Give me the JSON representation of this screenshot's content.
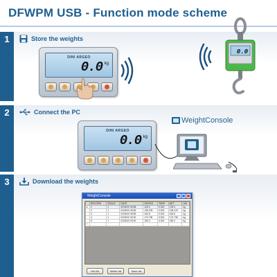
{
  "page": {
    "title": "DFWPM  USB  -  Function mode scheme"
  },
  "steps": [
    {
      "number": "1",
      "label": "Store the weights",
      "icon": "floppy-disk-icon"
    },
    {
      "number": "2",
      "label": "Connect the PC",
      "icon": "usb-icon"
    },
    {
      "number": "3",
      "label": "Download the weights",
      "icon": "download-icon"
    }
  ],
  "indicator": {
    "brand": "DINI ARGEO",
    "reading": "0.0",
    "unit": "kg"
  },
  "crane_scale": {
    "reading": "0.0"
  },
  "app": {
    "name": "WeightConsole",
    "window_title": "WeightConsole",
    "columns": [
      "",
      "RECORD",
      "SCALE",
      "DATE",
      "GROSS",
      "TARE",
      "NET",
      "UM"
    ],
    "rows": [
      [
        "1",
        "1",
        "02/06/10 08:58",
        "125.3",
        "0.000",
        "125.3",
        "kg"
      ],
      [
        "2",
        "1",
        "02/06/10 08:59",
        "135.478",
        "0.000",
        "135.478",
        "kg"
      ],
      [
        "3",
        "1",
        "02/06/10 08:59",
        "160.8",
        "0.000",
        "160.8",
        "kg"
      ],
      [
        "4",
        "1",
        "02/06/10 09:00",
        "172.738",
        "0.000",
        "172.738",
        "kg"
      ],
      [
        "5",
        "1",
        "02/06/10 09:00",
        "180.3",
        "0.000",
        "180.3",
        "kg"
      ]
    ],
    "buttons": [
      "Get List",
      "Delete List",
      "Save List"
    ]
  },
  "colors": {
    "brand": "#1f5f8f",
    "crane_body": "#4db84a",
    "lcd": "#a9cfe9"
  }
}
